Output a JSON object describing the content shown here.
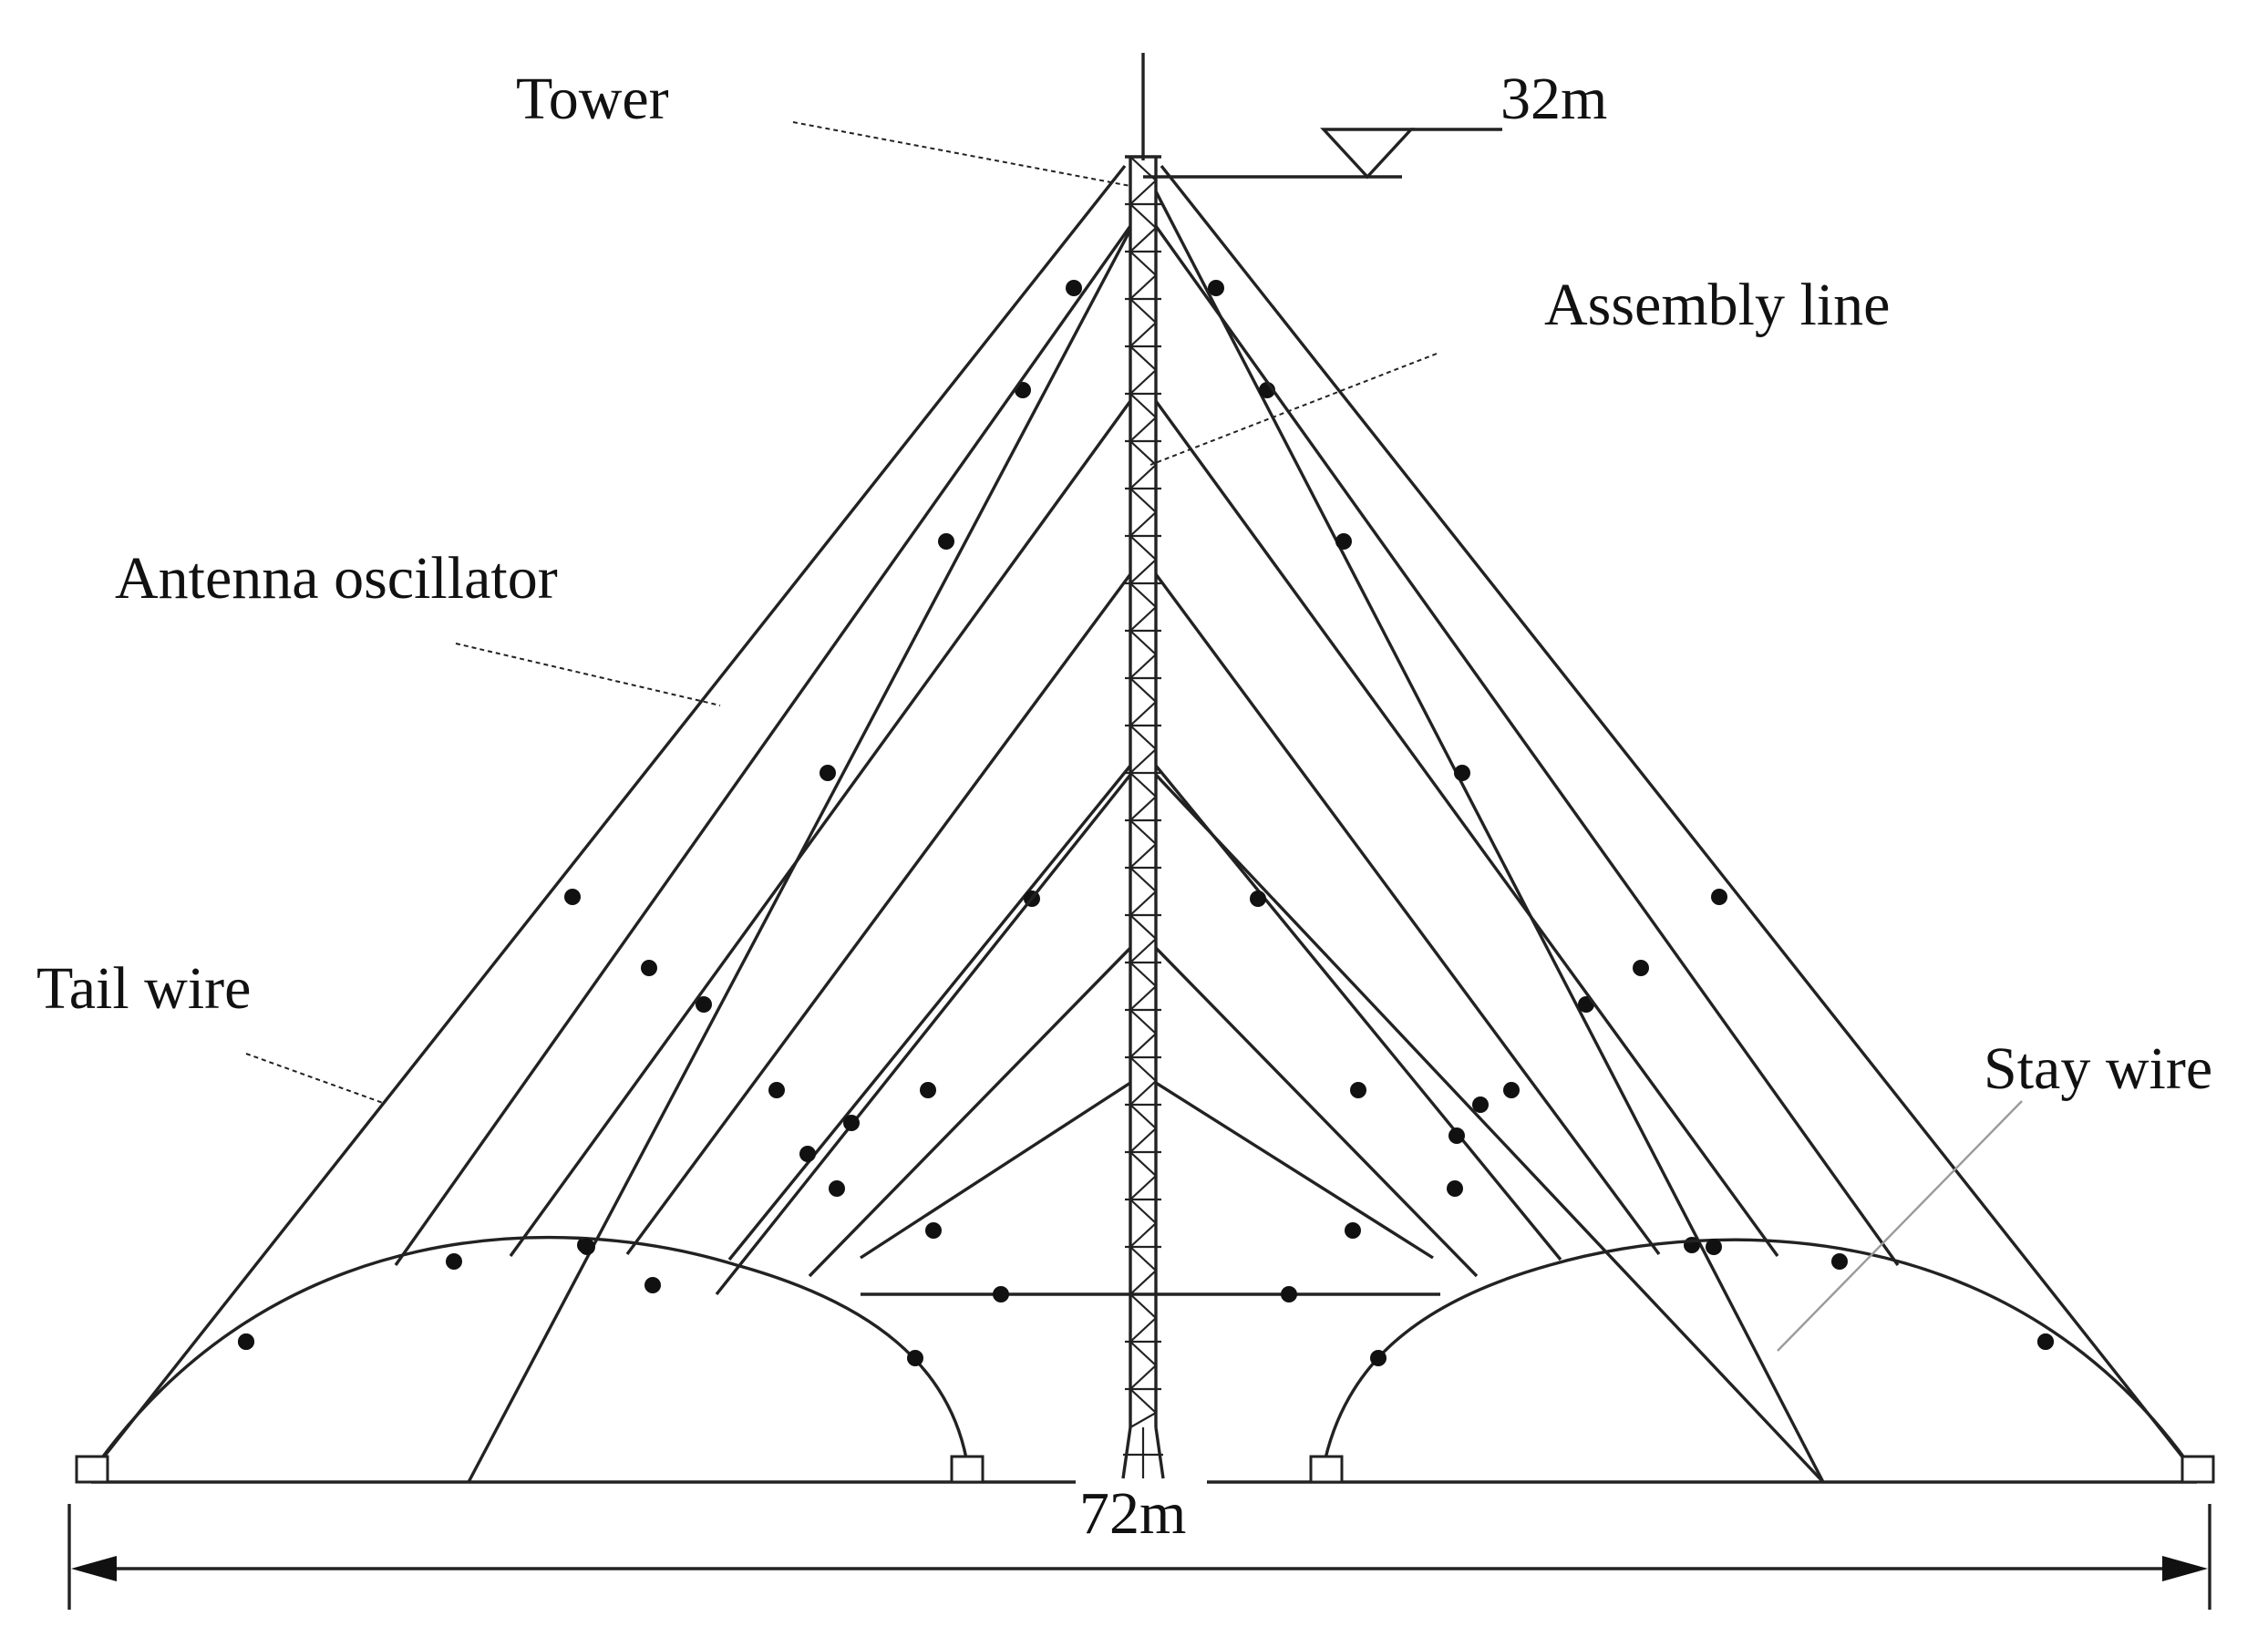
{
  "labels": {
    "tower": "Tower",
    "height": "32m",
    "assembly_line": "Assembly line",
    "antenna_oscillator": "Antenna oscillator",
    "tail_wire": "Tail wire",
    "stay_wire": "Stay wire",
    "span": "72m"
  }
}
